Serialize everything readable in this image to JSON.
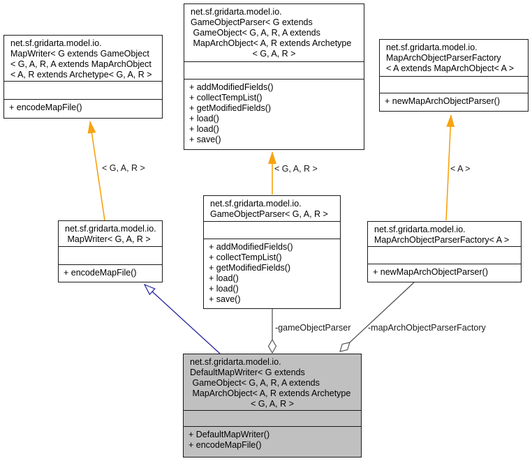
{
  "colors": {
    "template_edge": "#f7a30f",
    "inheritance_edge": "#24249b",
    "aggregation_edge": "#4a4a4a",
    "node_border": "#1a1a1a",
    "node_fill": "#ffffff",
    "highlight_fill": "#c0c0c0"
  },
  "classes": [
    {
      "id": "map-writer-generic",
      "title_lines": [
        "net.sf.gridarta.model.io.",
        "MapWriter< G extends GameObject",
        "< G, A, R, A extends MapArchObject",
        "< A, R extends Archetype< G, A, R >"
      ],
      "methods": [
        "+ encodeMapFile()"
      ]
    },
    {
      "id": "game-object-parser-generic",
      "title_lines": [
        "net.sf.gridarta.model.io.",
        "GameObjectParser< G extends",
        " GameObject< G, A, R, A extends",
        " MapArchObject< A, R extends Archetype",
        "< G, A, R >"
      ],
      "methods": [
        "+ addModifiedFields()",
        "+ collectTempList()",
        "+ getModifiedFields()",
        "+ load()",
        "+ load()",
        "+ save()"
      ]
    },
    {
      "id": "map-arch-object-parser-factory-generic",
      "title_lines": [
        "net.sf.gridarta.model.io.",
        "MapArchObjectParserFactory",
        "< A extends MapArchObject< A >"
      ],
      "methods": [
        "+ newMapArchObjectParser()"
      ]
    },
    {
      "id": "map-writer",
      "title_lines": [
        "net.sf.gridarta.model.io.",
        " MapWriter< G, A, R >"
      ],
      "methods": [
        "+ encodeMapFile()"
      ]
    },
    {
      "id": "game-object-parser",
      "title_lines": [
        "net.sf.gridarta.model.io.",
        "GameObjectParser< G, A, R >"
      ],
      "methods": [
        "+ addModifiedFields()",
        "+ collectTempList()",
        "+ getModifiedFields()",
        "+ load()",
        "+ load()",
        "+ save()"
      ]
    },
    {
      "id": "map-arch-object-parser-factory",
      "title_lines": [
        "net.sf.gridarta.model.io.",
        "MapArchObjectParserFactory< A >"
      ],
      "methods": [
        "+ newMapArchObjectParser()"
      ]
    },
    {
      "id": "default-map-writer",
      "title_lines": [
        "net.sf.gridarta.model.io.",
        "DefaultMapWriter< G extends",
        " GameObject< G, A, R, A extends",
        " MapArchObject< A, R extends Archetype",
        "< G, A, R >"
      ],
      "methods": [
        "+ DefaultMapWriter()",
        "+ encodeMapFile()"
      ]
    }
  ],
  "edges": {
    "template_labels": [
      "< G, A, R >",
      "< G, A, R >",
      "< A >"
    ],
    "member_labels": [
      "-gameObjectParser",
      "-mapArchObjectParserFactory"
    ],
    "types": [
      "template-instantiation",
      "template-instantiation",
      "template-instantiation",
      "inheritance",
      "aggregation",
      "aggregation"
    ]
  }
}
